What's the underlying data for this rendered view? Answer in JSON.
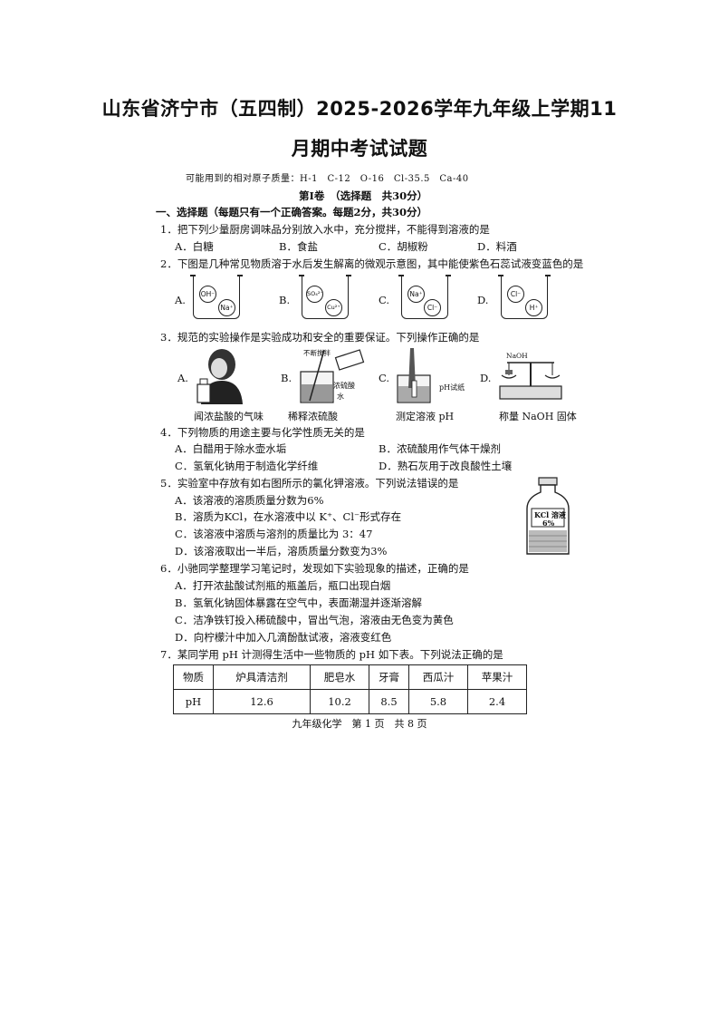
{
  "title": {
    "line1": "山东省济宁市（五四制）2025-2026学年九年级上学期11",
    "line2": "月期中考试试题"
  },
  "atomic_masses": "可能用到的相对原子质量：H-1　C-12　O-16　Cl-35.5　Ca-40",
  "section": "第Ⅰ卷　（选择题　共30分）",
  "part_one": "一、选择题（每题只有一个正确答案。每题2分，共30分）",
  "q1": {
    "stem": "1．把下列少量厨房调味品分别放入水中，充分搅拌，不能得到溶液的是",
    "a": "A．白糖",
    "b": "B．食盐",
    "c": "C．胡椒粉",
    "d": "D．料酒"
  },
  "q2": {
    "stem": "2．下图是几种常见物质溶于水后发生解离的微观示意图，其中能使紫色石蕊试液变蓝色的是",
    "labels": [
      "A.",
      "B.",
      "C.",
      "D."
    ],
    "ions": [
      [
        "OH⁻",
        "Na⁺"
      ],
      [
        "SO₄²⁻",
        "Cu²⁺"
      ],
      [
        "Na⁺",
        "Cl⁻"
      ],
      [
        "Cl⁻",
        "H⁺"
      ]
    ]
  },
  "q3": {
    "stem": "3．规范的实验操作是实验成功和安全的重要保证。下列操作正确的是",
    "labels": [
      "A.",
      "B.",
      "C.",
      "D."
    ],
    "captions": [
      "闻浓盐酸的气味",
      "稀释浓硫酸",
      "测定溶液 pH",
      "称量 NaOH 固体"
    ],
    "notes": {
      "stir": "不断搅拌",
      "acid": "浓硫酸",
      "water": "水",
      "paper": "pH试纸",
      "naoh": "NaOH"
    }
  },
  "q4": {
    "stem": "4．下列物质的用途主要与化学性质无关的是",
    "a": "A．白醋用于除水壶水垢",
    "b": "B．浓硫酸用作气体干燥剂",
    "c": "C．氢氧化钠用于制造化学纤维",
    "d": "D．熟石灰用于改良酸性土壤"
  },
  "q5": {
    "stem": "5．实验室中存放有如右图所示的氯化钾溶液。下列说法错误的是",
    "a": "A．该溶液的溶质质量分数为6%",
    "b": "B．溶质为KCl，在水溶液中以 K⁺、Cl⁻形式存在",
    "c": "C．该溶液中溶质与溶剂的质量比为 3：47",
    "d": "D．该溶液取出一半后，溶质质量分数变为3%",
    "bottle_label1": "KCl 溶液",
    "bottle_label2": "6%"
  },
  "q6": {
    "stem": "6．小驰同学整理学习笔记时，发现如下实验现象的描述，正确的是",
    "a": "A．打开浓盐酸试剂瓶的瓶盖后，瓶口出现白烟",
    "b": "B．氢氧化钠固体暴露在空气中，表面潮湿并逐渐溶解",
    "c": "C．洁净铁钉投入稀硫酸中，冒出气泡，溶液由无色变为黄色",
    "d": "D．向柠檬汁中加入几滴酚酞试液，溶液变红色"
  },
  "q7": {
    "stem": "7．某同学用 pH 计测得生活中一些物质的 pH 如下表。下列说法正确的是",
    "header": [
      "物质",
      "炉具清洁剂",
      "肥皂水",
      "牙膏",
      "西瓜汁",
      "苹果汁"
    ],
    "row": [
      "pH",
      "12.6",
      "10.2",
      "8.5",
      "5.8",
      "2.4"
    ]
  },
  "footer": "九年级化学　第 1 页　共 8 页"
}
